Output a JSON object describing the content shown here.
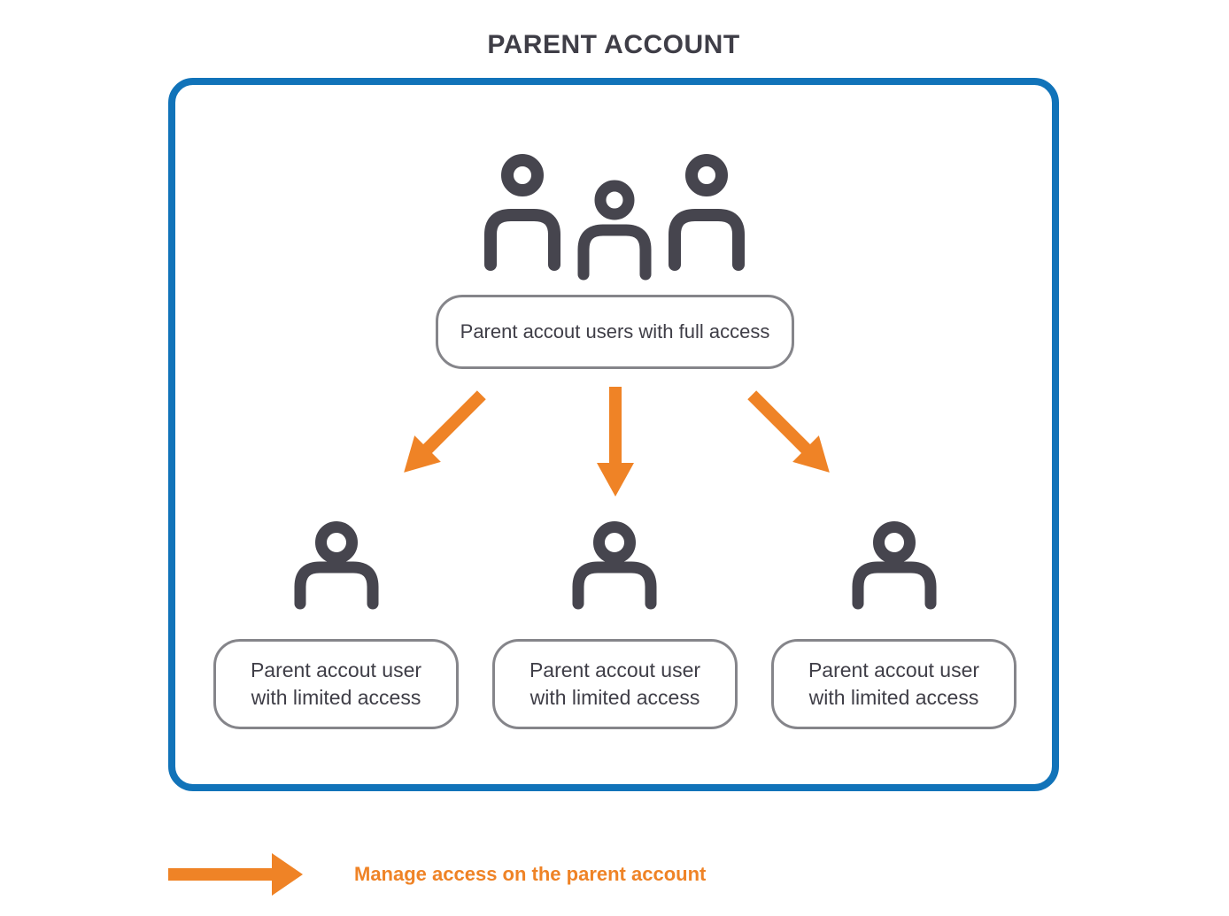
{
  "title": "PARENT ACCOUNT",
  "colors": {
    "accent-orange": "#EF8326",
    "frame-blue": "#1173B9",
    "icon-gray": "#46454E",
    "box-border-gray": "#85858A",
    "text-dark": "#3F3E47"
  },
  "diagram": {
    "root": {
      "icon": "users-group-icon",
      "label": "Parent accout users with full access"
    },
    "connector_icon": "arrow-down-icon",
    "children": [
      {
        "icon": "person-icon",
        "line1": "Parent accout user",
        "line2": "with limited access"
      },
      {
        "icon": "person-icon",
        "line1": "Parent accout user",
        "line2": "with limited access"
      },
      {
        "icon": "person-icon",
        "line1": "Parent accout user",
        "line2": "with limited access"
      }
    ]
  },
  "legend": {
    "icon": "arrow-right-icon",
    "label": "Manage access on the parent account"
  }
}
